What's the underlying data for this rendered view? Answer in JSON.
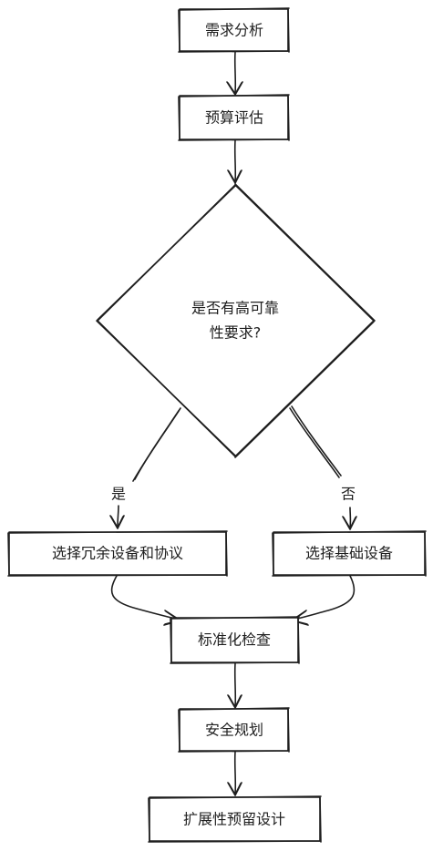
{
  "nodes": {
    "requirements": "需求分析",
    "budget": "预算评估",
    "decision_line1": "是否有高可靠",
    "decision_line2": "性要求?",
    "redundant": "选择冗余设备和协议",
    "basic": "选择基础设备",
    "standardize": "标准化检查",
    "security": "安全规划",
    "expansion": "扩展性预留设计"
  },
  "edges": {
    "yes_label": "是",
    "no_label": "否"
  },
  "colors": {
    "stroke": "#1e1e1e",
    "background": "#ffffff"
  }
}
